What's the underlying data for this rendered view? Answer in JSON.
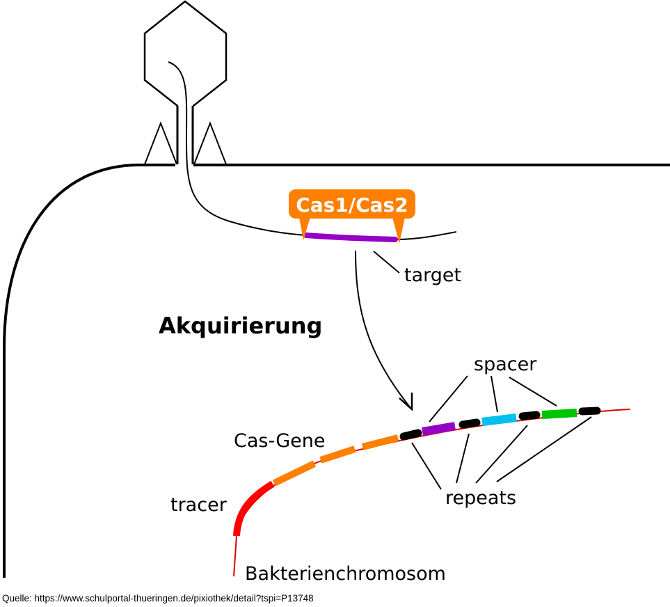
{
  "title": "CRISPR-Cas Akquirierung",
  "labels": {
    "cas_complex": "Cas1/Cas2",
    "target": "target",
    "process": "Akquirierung",
    "spacer": "spacer",
    "repeats": "repeats",
    "cas_genes": "Cas-Gene",
    "tracer": "tracer",
    "chromosome": "Bakterienchromosom"
  },
  "source": "Quelle: https://www.schulportal-thueringen.de/pixiothek/detail?tspi=P13748",
  "colors": {
    "cas_orange": "#ff7f00",
    "target_purple": "#9400c4",
    "spacer_purple": "#9400c4",
    "spacer_cyan": "#00c0f0",
    "spacer_green": "#00c400",
    "repeat_black": "#000000",
    "chromosome_red": "#dd0000",
    "tracer_red": "#ff0000"
  }
}
